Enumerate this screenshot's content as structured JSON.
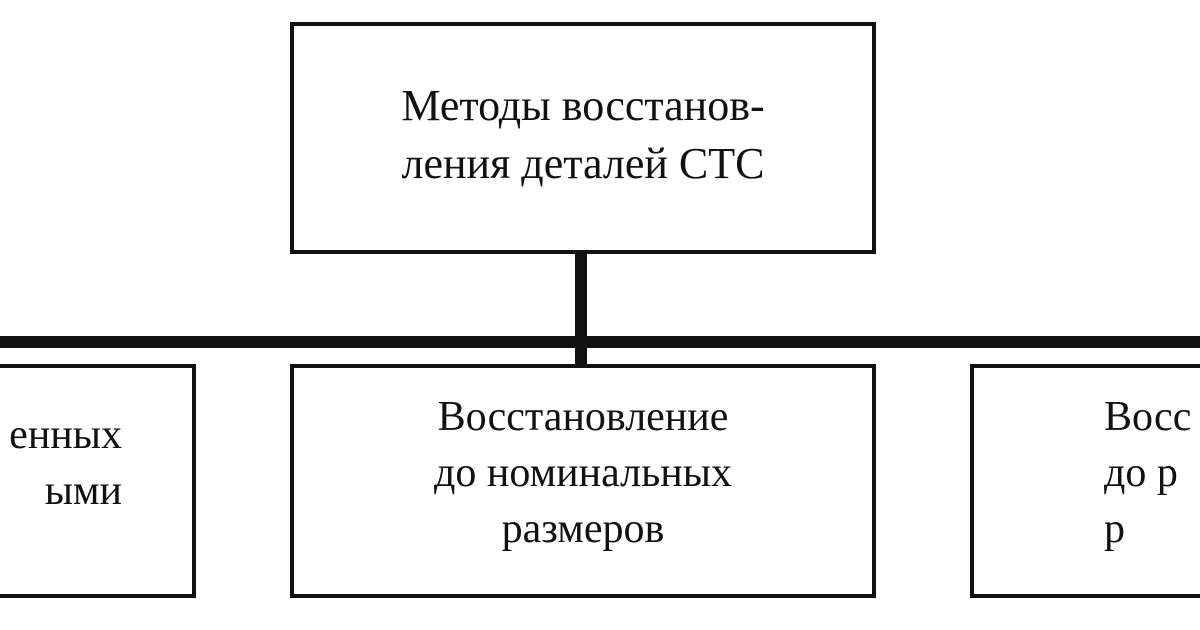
{
  "diagram": {
    "root": {
      "label": "Методы восстанов-\nления деталей СТС"
    },
    "children": [
      {
        "label": "енных\nыми"
      },
      {
        "label": "Восстановление\nдо номинальных\nразмеров"
      },
      {
        "label": "Восс\nдо р\nр"
      }
    ]
  }
}
